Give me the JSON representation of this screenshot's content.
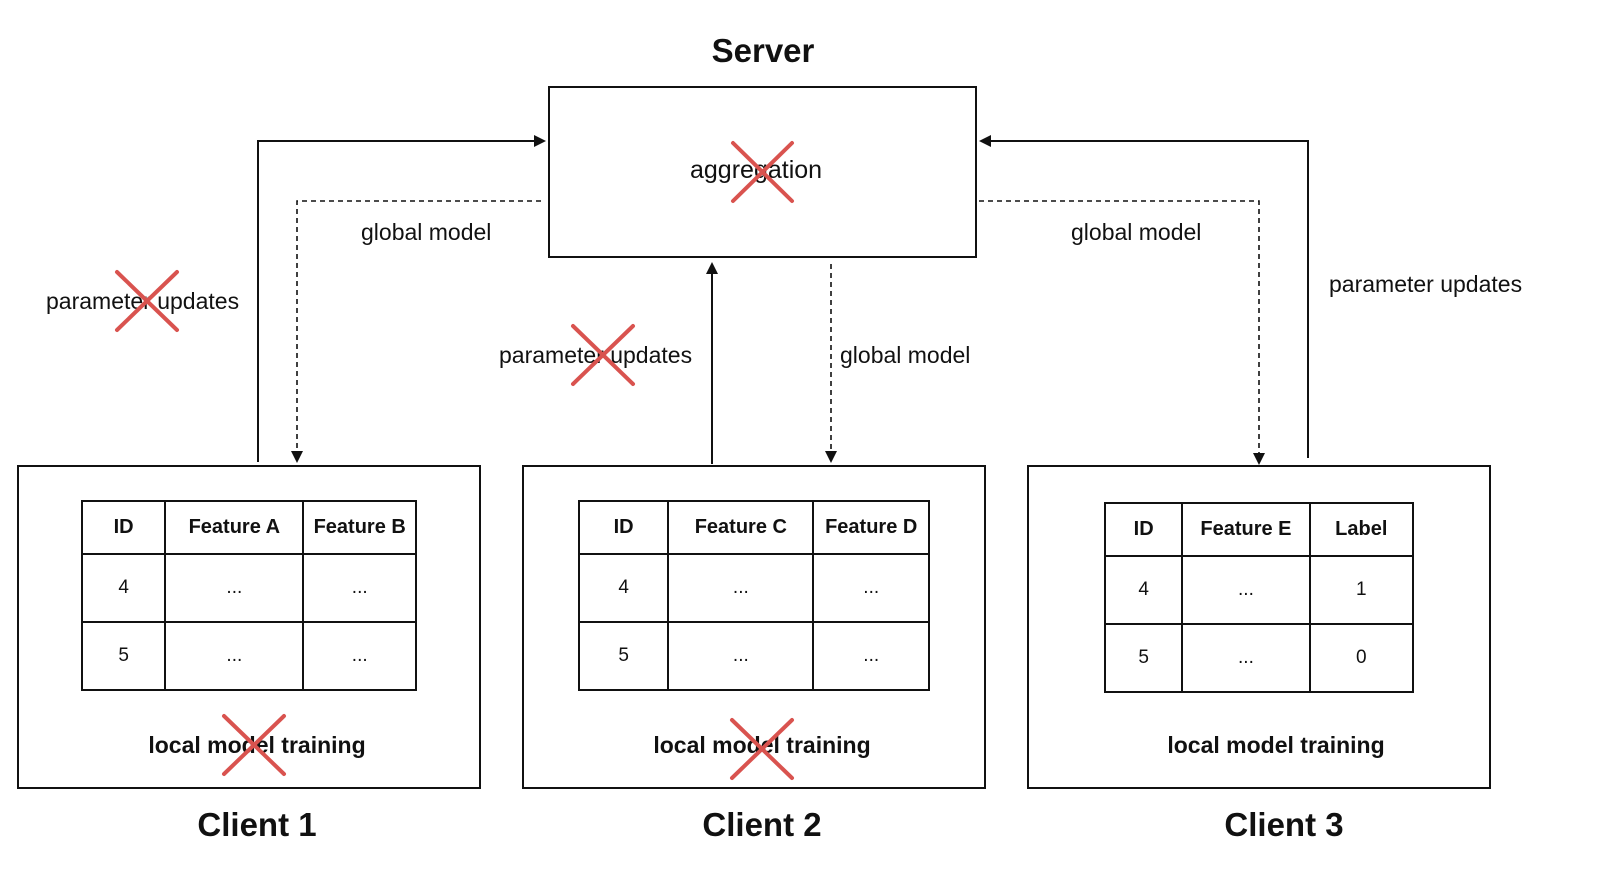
{
  "server": {
    "title": "Server",
    "center_label": "aggregation"
  },
  "edge_labels": {
    "left_global": "global model",
    "left_params": "parameter updates",
    "mid_params": "parameter updates",
    "mid_global": "global model",
    "right_global": "global model",
    "right_params": "parameter updates"
  },
  "clients": [
    {
      "name": "Client 1",
      "caption": "local model training",
      "headers": [
        "ID",
        "Feature A",
        "Feature B"
      ],
      "rows": [
        [
          "4",
          "...",
          "..."
        ],
        [
          "5",
          "...",
          "..."
        ]
      ]
    },
    {
      "name": "Client 2",
      "caption": "local model training",
      "headers": [
        "ID",
        "Feature C",
        "Feature D"
      ],
      "rows": [
        [
          "4",
          "...",
          "..."
        ],
        [
          "5",
          "...",
          "..."
        ]
      ]
    },
    {
      "name": "Client 3",
      "caption": "local model training",
      "headers": [
        "ID",
        "Feature E",
        "Label"
      ],
      "rows": [
        [
          "4",
          "...",
          "1"
        ],
        [
          "5",
          "...",
          "0"
        ]
      ]
    }
  ],
  "colors": {
    "line": "#111111",
    "cross": "#d9534f"
  }
}
